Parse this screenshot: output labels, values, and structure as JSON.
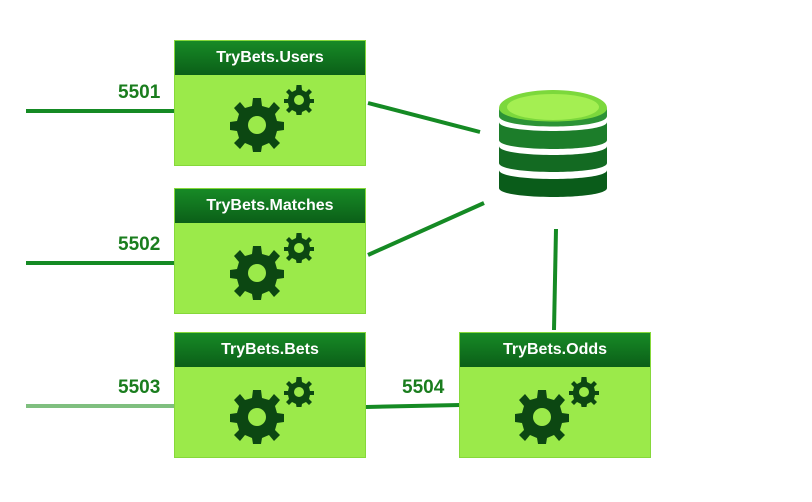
{
  "services": [
    {
      "id": "users",
      "name": "TryBets.Users"
    },
    {
      "id": "matches",
      "name": "TryBets.Matches"
    },
    {
      "id": "bets",
      "name": "TryBets.Bets"
    },
    {
      "id": "odds",
      "name": "TryBets.Odds"
    }
  ],
  "ports": {
    "users": "5501",
    "matches": "5502",
    "bets": "5503",
    "odds": "5504"
  },
  "icons": {
    "service": "gears-icon",
    "storage": "database-icon"
  },
  "colors": {
    "header": "#0b6a1b",
    "box_fill": "#9bea4a",
    "line": "#158a24",
    "line_faded": "#7fbf7f",
    "port_text": "#1a7d1e",
    "database": "#0a5c1a"
  }
}
